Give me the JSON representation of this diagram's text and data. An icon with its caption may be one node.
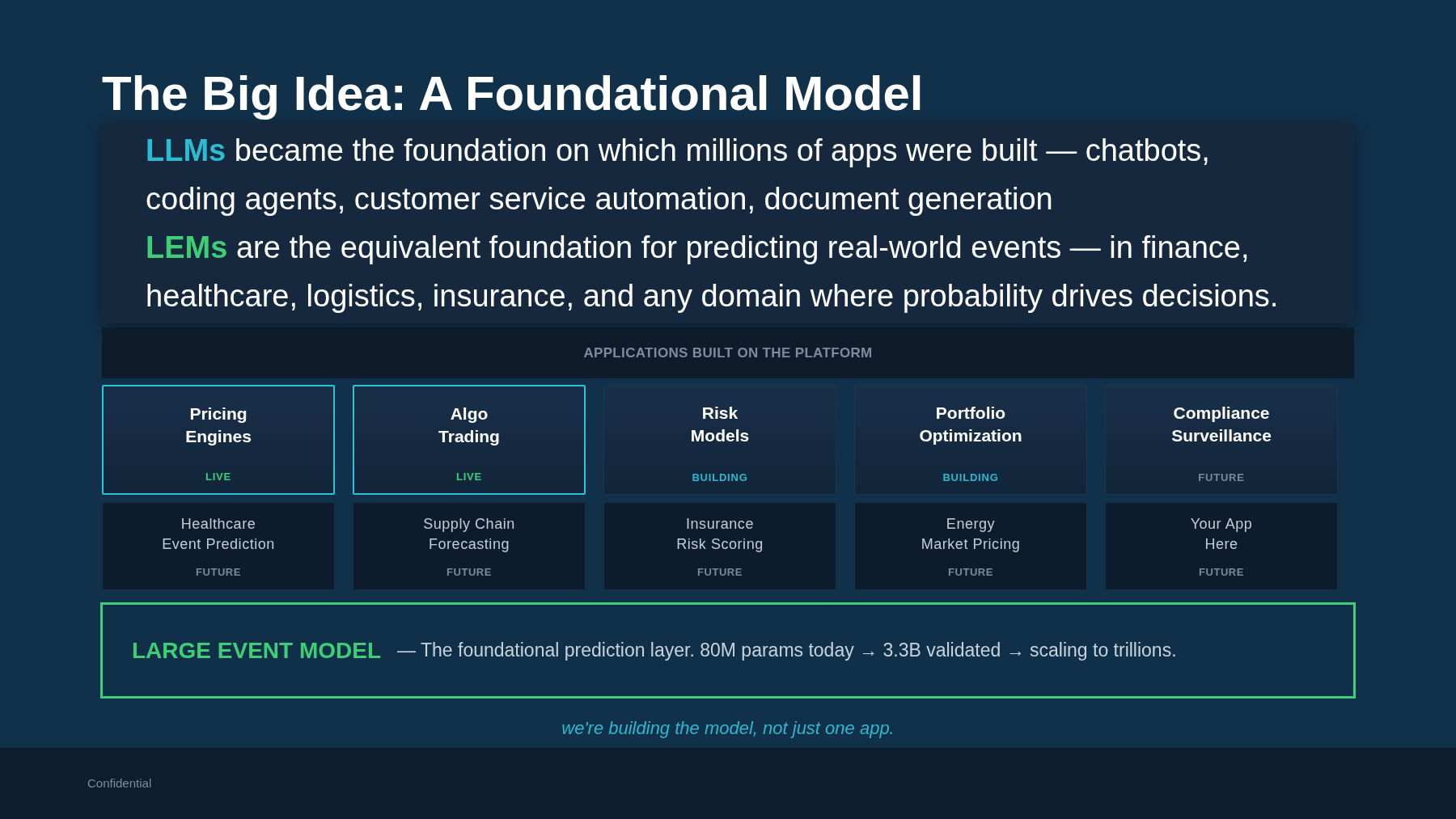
{
  "diagram": {
    "title": "The Big Idea: A Foundational Model",
    "caption": "we're building the model, not just one app.",
    "nodes": [
      {
        "text": [
          "**LLMs** became the foundation on which millions of apps were built — chatbots, coding agents, customer service automation, document generation",
          "**LEMs** are the equivalent foundation for predicting real-world events — in finance, healthcare, logistics, insurance, and any domain where probability drives decisions."
        ]
      },
      {
        "text": [
          "APPLICATIONS BUILT ON THE PLATFORM"
        ]
      },
      {
        "text": [
          "Pricing Engines",
          "LIVE"
        ]
      },
      {
        "text": [
          "Algo Trading",
          "LIVE"
        ]
      },
      {
        "text": [
          "Risk Models",
          "BUILDING"
        ]
      },
      {
        "text": [
          "Portfolio Optimization",
          "BUILDING"
        ]
      },
      {
        "text": [
          "Compliance Surveillance",
          "FUTURE"
        ]
      },
      {
        "text": [
          "Healthcare Event Prediction",
          "FUTURE"
        ]
      },
      {
        "text": [
          "Supply Chain Forecasting",
          "FUTURE"
        ]
      },
      {
        "text": [
          "Insurance Risk Scoring",
          "FUTURE"
        ]
      },
      {
        "text": [
          "Energy Market Pricing",
          "FUTURE"
        ]
      },
      {
        "text": [
          "Your App Here",
          "FUTURE"
        ]
      },
      {
        "text": [
          "LARGE EVENT MODEL",
          "— The foundational prediction layer. 80M params today → 3.3B validated → scaling to trillions."
        ]
      }
    ],
    "labels": [
      "Confidential"
    ]
  }
}
